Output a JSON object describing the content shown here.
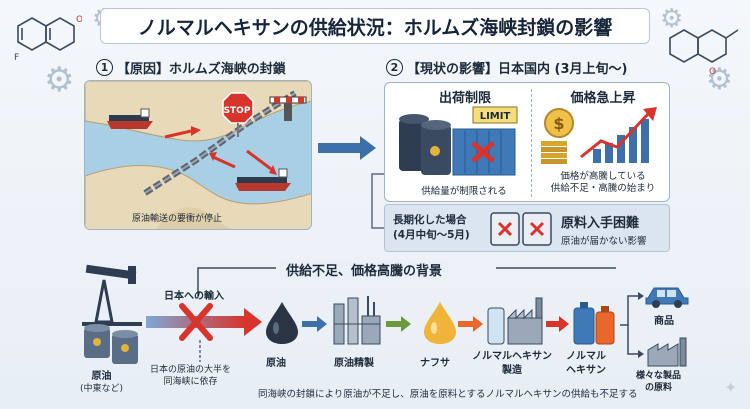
{
  "title": "ノルマルヘキサンの供給状況：ホルムズ海峡封鎖の影響",
  "section1": {
    "num": "1",
    "label": "【原因】ホルムズ海峡の封鎖",
    "stop_sign": "STOP",
    "caption": "原油輸送の要衝が停止"
  },
  "section2": {
    "num": "2",
    "label": "【現状の影響】日本国内 (3月上旬〜)",
    "shipment": {
      "title": "出荷制限",
      "limit_tag": "LIMIT",
      "caption": "供給量が制限される"
    },
    "price": {
      "title": "価格急上昇",
      "caption_line1": "価格が高騰している",
      "caption_line2": "供給不足・高騰の始まり"
    },
    "prolonged": {
      "line1": "長期化した場合",
      "line2": "(4月中旬〜5月)",
      "title": "原料入手困難",
      "caption": "原油が届かない影響"
    }
  },
  "background": {
    "heading": "供給不足、価格高騰の背景",
    "import_label": "日本への輸入",
    "crude_origin_line1": "原油",
    "crude_origin_line2": "(中東など)",
    "dependency_line1": "日本の原油の大半を",
    "dependency_line2": "同海峡に依存",
    "steps": [
      {
        "line1": "原油",
        "line2": ""
      },
      {
        "line1": "原油精製",
        "line2": ""
      },
      {
        "line1": "ナフサ",
        "line2": ""
      },
      {
        "line1": "ノルマルヘキサン",
        "line2": "製造"
      },
      {
        "line1": "ノルマル",
        "line2": "ヘキサン"
      }
    ],
    "products_label": "商品",
    "raw_material_line1": "様々な製品",
    "raw_material_line2": "の原料",
    "footer": "同海峡の封鎖により原油が不足し、原油を原料とするノルマルヘキサンの供給も不足する"
  },
  "colors": {
    "accent_blue": "#3d6fa8",
    "alert_red": "#d9342b",
    "orange": "#e8672a",
    "gold": "#d8a52b"
  }
}
